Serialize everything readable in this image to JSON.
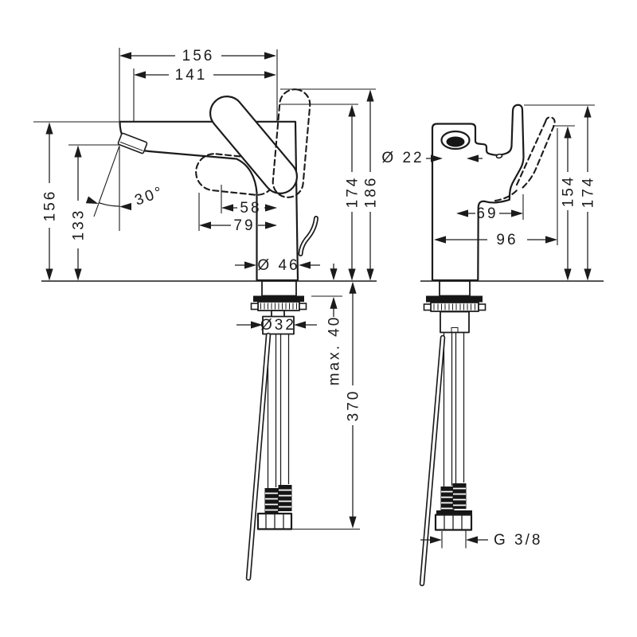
{
  "dims": {
    "front": {
      "reach_total": "156",
      "reach_aerator": "141",
      "height_top": "156",
      "height_outlet": "133",
      "spray_angle": "30°",
      "handle_offset_inner": "58",
      "handle_offset_outer": "79",
      "base_diameter": "Ø 46",
      "height_handle": "174",
      "height_handle_raised": "186",
      "shank_diameter": "Ø32",
      "mounting_thickness_max": "max. 40",
      "hose_length": "370"
    },
    "side": {
      "spout_diameter": "Ø 22",
      "depth_inner": "69",
      "depth_outer": "96",
      "height_handle": "154",
      "height_handle_raised": "174",
      "connection_thread": "G 3/8"
    }
  },
  "colors": {
    "line": "#1b1b1b",
    "background": "#ffffff"
  }
}
